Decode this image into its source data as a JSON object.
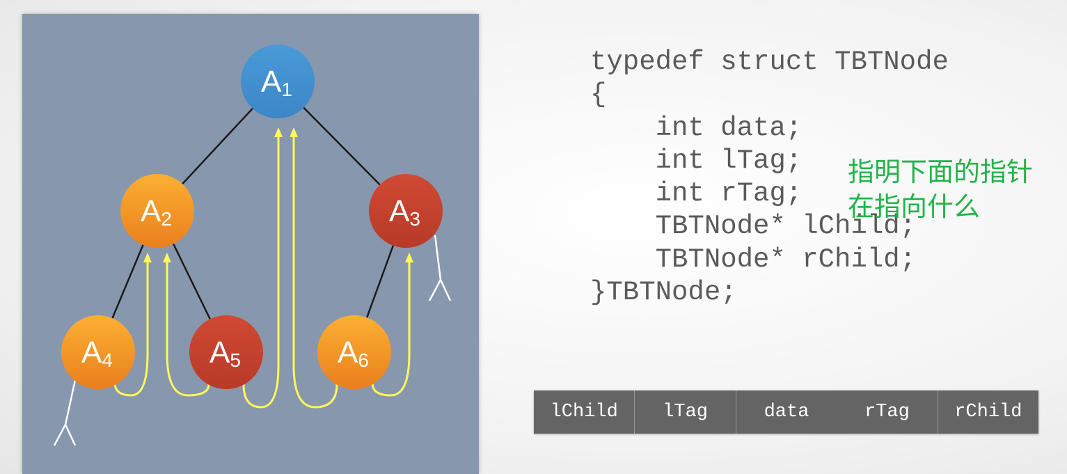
{
  "tree": {
    "nodes": [
      {
        "id": "A1",
        "letter": "A",
        "sub": "1",
        "color": "#4494d2"
      },
      {
        "id": "A2",
        "letter": "A",
        "sub": "2",
        "color": "#f39a27"
      },
      {
        "id": "A3",
        "letter": "A",
        "sub": "3",
        "color": "#c8432f"
      },
      {
        "id": "A4",
        "letter": "A",
        "sub": "4",
        "color": "#f39a27"
      },
      {
        "id": "A5",
        "letter": "A",
        "sub": "5",
        "color": "#c8432f"
      },
      {
        "id": "A6",
        "letter": "A",
        "sub": "6",
        "color": "#f39a27"
      }
    ],
    "edges": [
      [
        "A1",
        "A2"
      ],
      [
        "A1",
        "A3"
      ],
      [
        "A2",
        "A4"
      ],
      [
        "A2",
        "A5"
      ],
      [
        "A3",
        "A6"
      ]
    ],
    "threads": [
      [
        "A4",
        "A2"
      ],
      [
        "A5",
        "A2"
      ],
      [
        "A5",
        "A1"
      ],
      [
        "A6",
        "A1"
      ],
      [
        "A6",
        "A3"
      ]
    ],
    "null_markers": [
      "A4",
      "A3"
    ],
    "edge_color": "#1a1a1a",
    "thread_color": "#fff85a",
    "null_color": "#ffffff"
  },
  "code": {
    "lines": [
      "typedef struct TBTNode",
      "{",
      "    int data;",
      "    int lTag;",
      "    int rTag;",
      "    TBTNode* lChild;",
      "    TBTNode* rChild;",
      "}TBTNode;"
    ]
  },
  "annotation": {
    "line1": "指明下面的指针",
    "line2": "在指向什么"
  },
  "fields": [
    "lChild",
    "lTag",
    "data",
    "rTag",
    "rChild"
  ]
}
